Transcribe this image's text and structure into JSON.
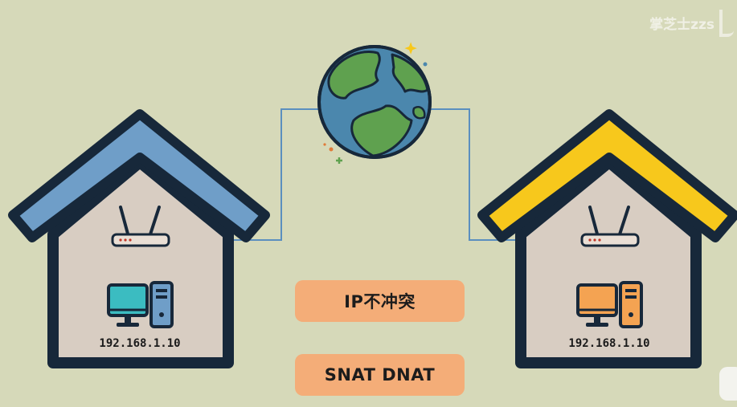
{
  "watermark": "掌芝士zzs",
  "left_house": {
    "roof_color": "#6f9ec8",
    "computer_color": "#3bbcc1",
    "ip": "192.168.1.10"
  },
  "right_house": {
    "roof_color": "#f7c81c",
    "computer_color": "#f4a352",
    "ip": "192.168.1.10"
  },
  "labels": {
    "ip_no_conflict": "IP不冲突",
    "snat_dnat": "SNAT DNAT"
  },
  "icons": [
    "globe-icon",
    "router-icon",
    "monitor-icon",
    "pc-tower-icon"
  ]
}
